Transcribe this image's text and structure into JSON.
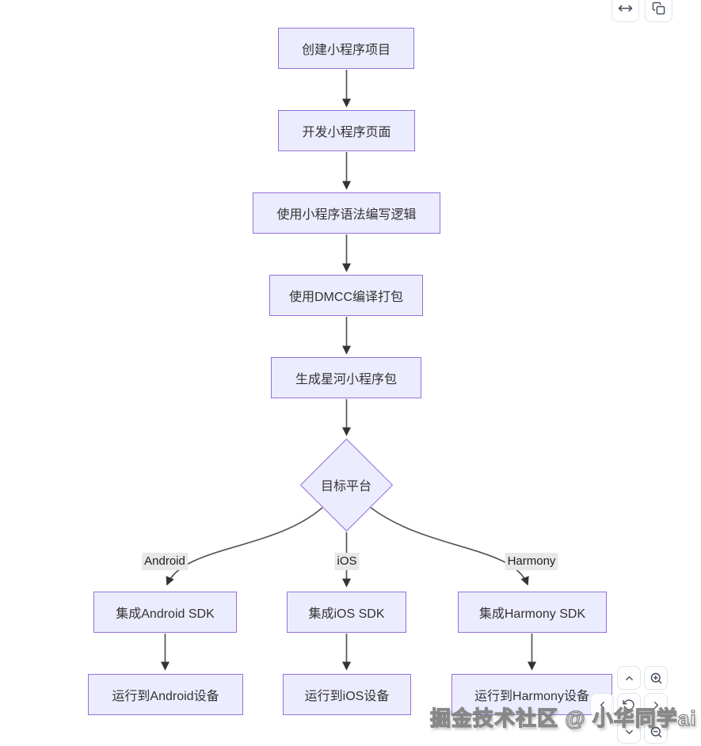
{
  "diagram": {
    "nodes": {
      "create": "创建小程序项目",
      "develop": "开发小程序页面",
      "syntax": "使用小程序语法编写逻辑",
      "compile": "使用DMCC编译打包",
      "package": "生成星河小程序包",
      "decision": "目标平台",
      "android_sdk": "集成Android SDK",
      "ios_sdk": "集成iOS SDK",
      "harmony_sdk": "集成Harmony SDK",
      "android_run": "运行到Android设备",
      "ios_run": "运行到iOS设备",
      "harmony_run": "运行到Harmony设备"
    },
    "edge_labels": {
      "android": "Android",
      "ios": "iOS",
      "harmony": "Harmony"
    },
    "colors": {
      "node_fill": "#ECECFF",
      "node_border": "#9370DB",
      "edge_line": "#555555",
      "arrowhead": "#333333",
      "edge_label_bg": "#e8e8e8",
      "node_text": "#333333"
    }
  },
  "toolbar_top": {
    "icons": [
      "move-horizontal-icon",
      "copy-icon"
    ]
  },
  "controls": {
    "icons": [
      "pan-up-icon",
      "zoom-in-icon",
      "pan-left-icon",
      "reset-view-icon",
      "pan-right-icon",
      "pan-down-icon",
      "zoom-out-icon"
    ]
  },
  "watermark": {
    "text": "掘金技术社区 @ 小华同学ai"
  }
}
